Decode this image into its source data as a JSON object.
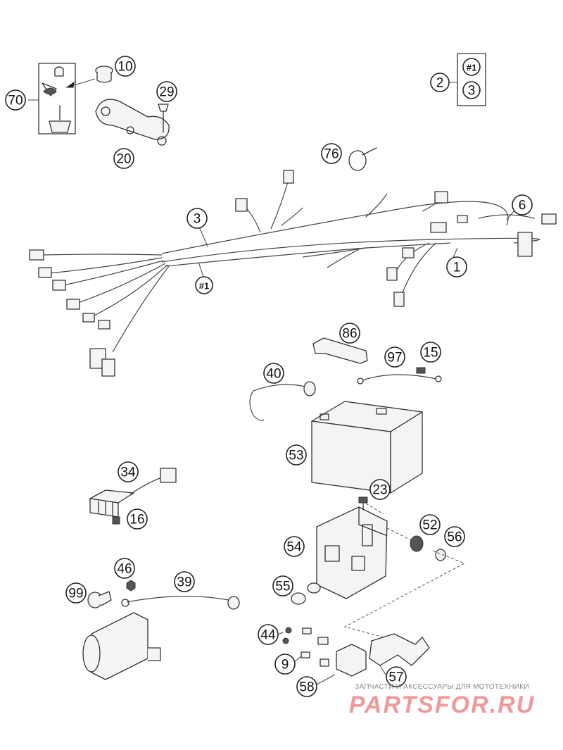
{
  "callouts": {
    "c10": "10",
    "c70": "70",
    "c29": "29",
    "c20": "20",
    "c2": "2",
    "c2a": "#1",
    "c2b": "3",
    "c76": "76",
    "c6": "6",
    "c3": "3",
    "c1": "1",
    "c1h": "#1",
    "c86": "86",
    "c97": "97",
    "c15": "15",
    "c40": "40",
    "c53": "53",
    "c34": "34",
    "c16": "16",
    "c23": "23",
    "c52": "52",
    "c56": "56",
    "c54": "54",
    "c46": "46",
    "c39": "39",
    "c99": "99",
    "c55": "55",
    "c44": "44",
    "c9": "9",
    "c58": "58",
    "c57": "57"
  },
  "watermark": {
    "caption": "ЗАПЧАСТИ И АКСЕССУАРЫ ДЛЯ МОТОТЕХНИКИ",
    "logo": "PARTSFOR.RU"
  }
}
